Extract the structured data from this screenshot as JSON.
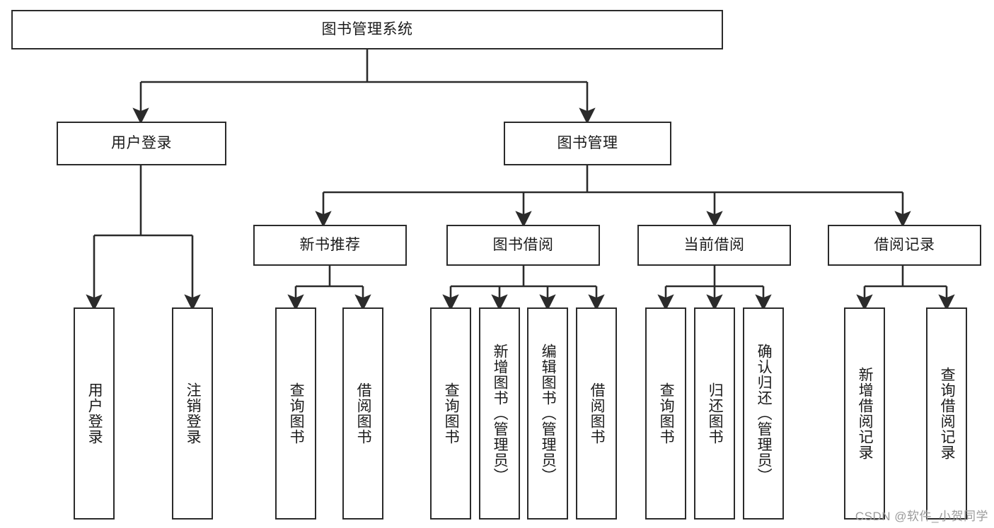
{
  "diagram": {
    "title": "图书管理系统",
    "type": "tree",
    "root": {
      "label": "图书管理系统"
    },
    "level2": [
      {
        "label": "用户登录"
      },
      {
        "label": "图书管理"
      }
    ],
    "level3": [
      {
        "label": "新书推荐"
      },
      {
        "label": "图书借阅"
      },
      {
        "label": "当前借阅"
      },
      {
        "label": "借阅记录"
      }
    ],
    "leaves": {
      "user_login": [
        {
          "label": "用户登录"
        },
        {
          "label": "注销登录"
        }
      ],
      "new_book_recommend": [
        {
          "label": "查询图书"
        },
        {
          "label": "借阅图书"
        }
      ],
      "book_borrow": [
        {
          "label": "查询图书"
        },
        {
          "label": "新增图书（管理员）"
        },
        {
          "label": "编辑图书（管理员）"
        },
        {
          "label": "借阅图书"
        }
      ],
      "current_borrow": [
        {
          "label": "查询图书"
        },
        {
          "label": "归还图书"
        },
        {
          "label": "确认归还（管理员）"
        }
      ],
      "borrow_record": [
        {
          "label": "新增借阅记录"
        },
        {
          "label": "查询借阅记录"
        }
      ]
    }
  },
  "watermark": {
    "text": "CSDN @软件_小贺同学"
  },
  "colors": {
    "stroke": "#2b2b2b",
    "fill": "#ffffff",
    "text": "#1b1b1b",
    "watermark": "#9a9a9a"
  }
}
